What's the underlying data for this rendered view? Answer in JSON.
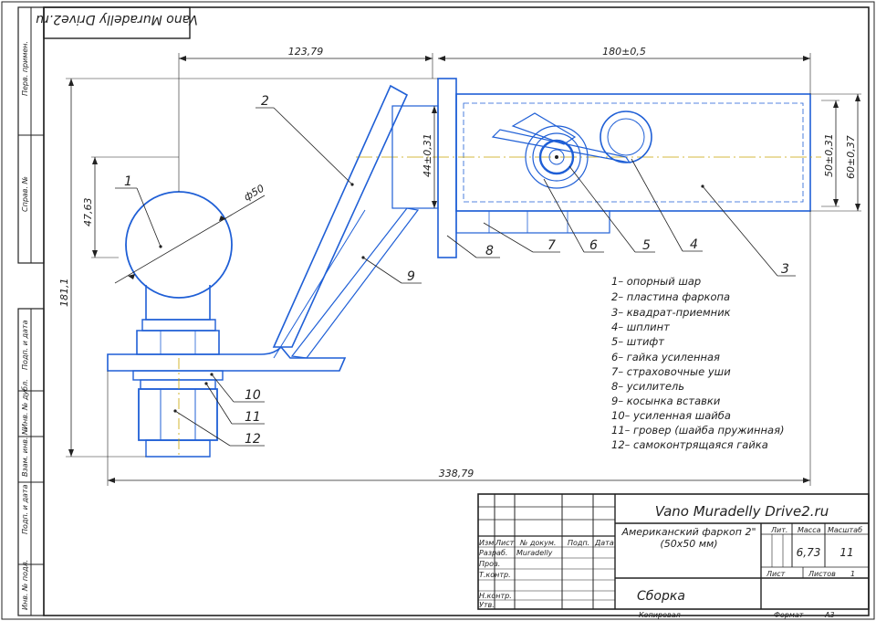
{
  "stamp_top": "Vano Muradelly Drive2.ru",
  "left_strip": {
    "perv_primen": "Перв. примен.",
    "sprav_no": "Справ. №",
    "podp_data_1": "Подп. и дата",
    "inv_dubl": "Инв. № дубл.",
    "vzam_inv": "Взам. инв. №",
    "podp_data_2": "Подп. и дата",
    "inv_podl": "Инв. № подл."
  },
  "dimensions": {
    "d1": "123,79",
    "d2": "180±0,5",
    "d3": "44±0,31",
    "d4": "50±0,31",
    "d5": "60±0,37",
    "d6": "47,63",
    "d7": "181,1",
    "d8": "338,79",
    "d9": "ф50"
  },
  "callouts": [
    "1",
    "2",
    "3",
    "4",
    "5",
    "6",
    "7",
    "8",
    "9",
    "10",
    "11",
    "12"
  ],
  "legend": [
    "1– опорный шар",
    "2– пластина фаркопа",
    "3– квадрат-приемник",
    "4– шплинт",
    "5– штифт",
    "6– гайка усиленная",
    "7– страховочные уши",
    "8– усилитель",
    "9– косынка вставки",
    "10– усиленная шайба",
    "11– гровер (шайба пружинная)",
    "12– самоконтрящаяся гайка"
  ],
  "title_block": {
    "designation": "Vano Muradelly Drive2.ru",
    "name": "Американский фаркоп 2\" (50х50 мм)",
    "doc_type": "Сборка",
    "lit": "Лит.",
    "massa": "Масса",
    "masshtab": "Масштаб",
    "mass_value": "6,73",
    "scale_value": "11",
    "list": "Лист",
    "listov": "Листов",
    "listov_value": "1",
    "izm": "Изм.",
    "list_col": "Лист",
    "doc_no": "№ докум.",
    "podp": "Подп.",
    "data": "Дата",
    "razrab": "Разраб.",
    "razrab_name": "Muradelly",
    "prov": "Пров.",
    "tkontr": "Т.контр.",
    "nkontr": "Н.контр.",
    "utv": "Утв.",
    "kopiroval": "Копировал",
    "format": "Формат",
    "format_value": "А3"
  },
  "colors": {
    "ink": "#222222",
    "part": "#1f5fd6"
  }
}
